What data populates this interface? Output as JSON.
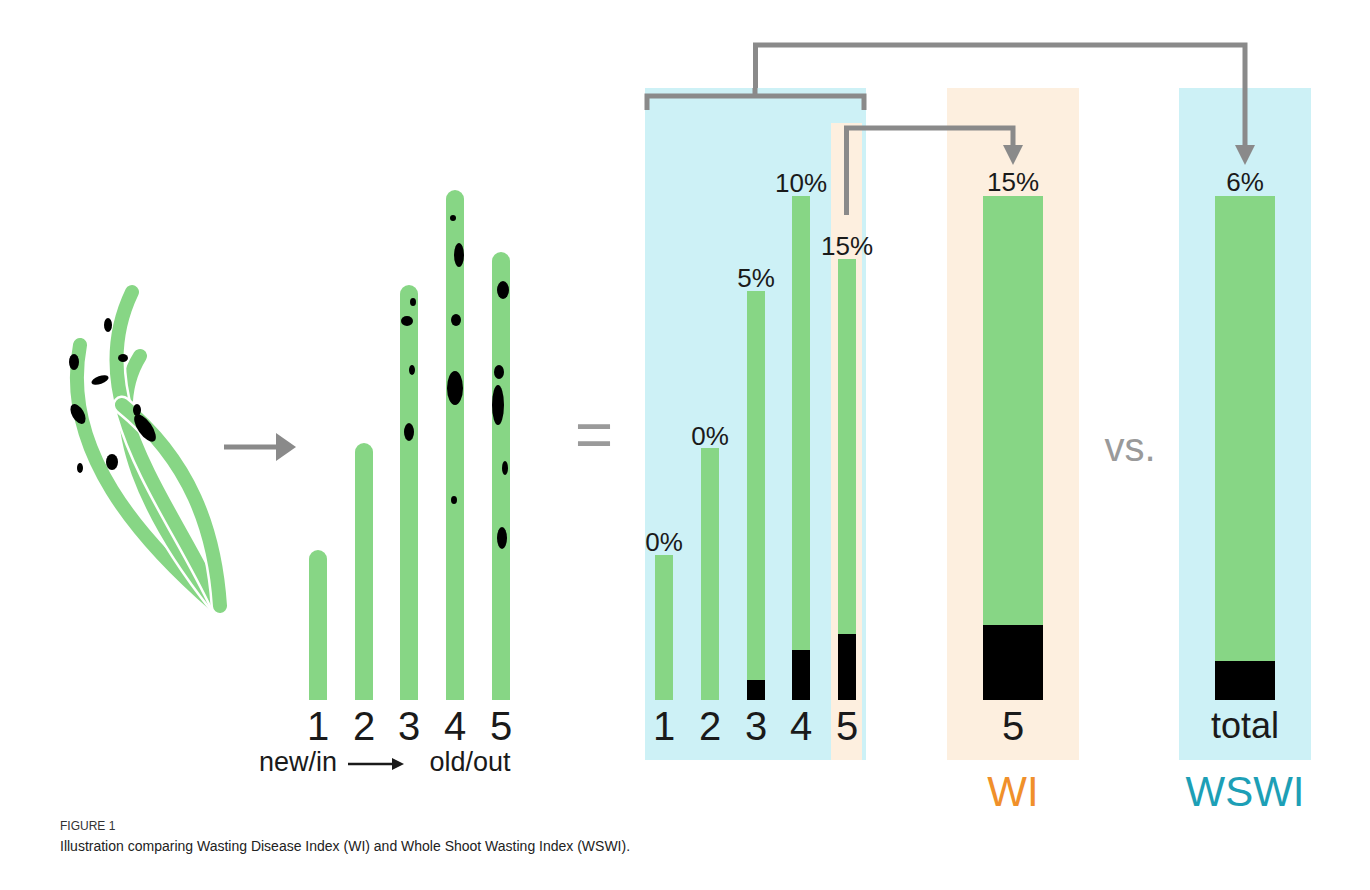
{
  "diagram": {
    "caption": "Illustration comparing Wasting Disease Index (WI) and Whole Shoot Wasting Index (WSWI).",
    "nodes": [
      {
        "text": [
          "0%",
          "0%",
          "5%",
          "10%",
          "1",
          "2",
          "3",
          "4"
        ]
      },
      {
        "text": [
          "15%",
          "5"
        ],
        "in": 0
      },
      {
        "text": [
          "15%",
          "5",
          "WI"
        ]
      },
      {
        "text": [
          "6%",
          "total",
          "WSWI"
        ]
      }
    ],
    "edges": [
      {
        "from": 0,
        "to": 3,
        "arrow": "to"
      },
      {
        "from": 1,
        "to": 2,
        "arrow": "to"
      }
    ],
    "labels": [
      "1",
      "2",
      "3",
      "4",
      "5",
      "new/in",
      "old/out",
      "=",
      "vs.",
      "FIGURE 1"
    ]
  }
}
